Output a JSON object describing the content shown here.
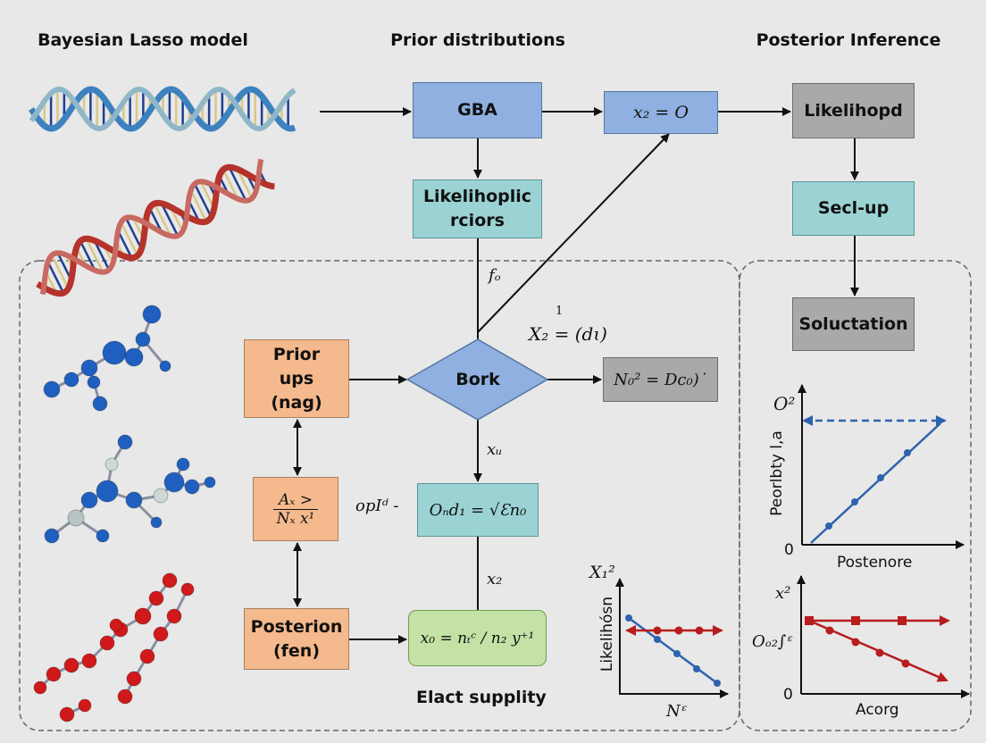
{
  "titles": {
    "left": "Bayesian Lasso model",
    "center": "Prior distributions",
    "right": "Posterior Inference"
  },
  "boxes": {
    "gba": "GBA",
    "x2_eq": "x₂ = O",
    "likelihood_top": "Likelihopd",
    "likelihoplic": "Likelihoplic rciors",
    "secl_up": "Secl-up",
    "soluctation": "Soluctation",
    "prior_ups": "Prior ups (nag)",
    "fraction_num": "Aₓ >",
    "fraction_den": "Nₓ  x¹",
    "posterion": "Posterion (fen)",
    "bork": "Bork",
    "n0_eq": "N₀² = Dc₀)˙",
    "ond_eq": "Oₙd₁ = √Ɛn₀",
    "x0_eq": "x₀ = nₜᶜ / n₂  y⁺¹"
  },
  "edge_labels": {
    "fo": "fₒ",
    "x2_d": "X₂ = (dɩ)",
    "x2_d_sup": "1",
    "xu": "xᵤ",
    "x2": "x₂",
    "opl": "opIᵈ -"
  },
  "caption": "Elact supplity",
  "chart_small": {
    "y_label": "Likelihósn",
    "y_top": "X₁²",
    "x_label": "Nᵋ"
  },
  "chart_top_right": {
    "y_label": "Peorlbty l,a",
    "y_top": "O²",
    "origin": "0",
    "x_label": "Postenore"
  },
  "chart_bottom_right": {
    "y_label": "Oₒ₂∫ᵋ",
    "y_top": "x²",
    "origin": "0",
    "x_label": "Acorg"
  },
  "colors": {
    "blue_box": "#8fb0e0",
    "teal_box": "#9bd3d4",
    "gray_box": "#a9a9a9",
    "orange_box": "#f4b98c",
    "green_box": "#c5e2a6",
    "series_blue": "#2f62ad",
    "series_red": "#b81c1c"
  }
}
